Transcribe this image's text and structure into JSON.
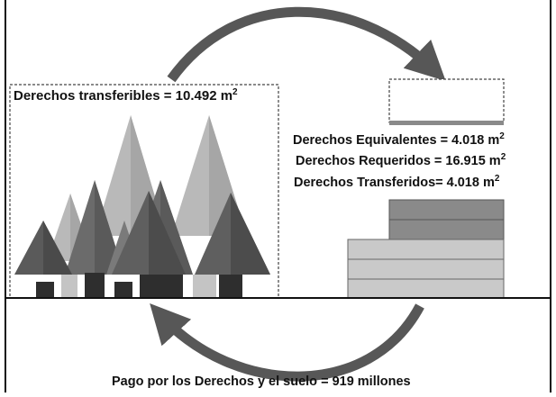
{
  "labels": {
    "transferable": {
      "text": "Derechos transferibles = 10.492 m",
      "sup": "2"
    },
    "equivalent": {
      "text": "Derechos Equivalentes = 4.018 m",
      "sup": "2"
    },
    "required": {
      "text": "Derechos Requeridos = 16.915 m",
      "sup": "2"
    },
    "transferred": {
      "text": "Derechos Transferidos= 4.018 m",
      "sup": "2"
    },
    "payment": {
      "text": "Pago por los Derechos y el suelo = 919 millones"
    }
  },
  "colors": {
    "frame": "#111111",
    "arrow": "#575757",
    "building_dark": "#8a8a8a",
    "building_light": "#c9c9c9",
    "tree_dark": "#4f4f4f",
    "tree_mid": "#6b6b6b",
    "tree_light": "#b9b9b9",
    "trunk": "#2e2e2e"
  }
}
